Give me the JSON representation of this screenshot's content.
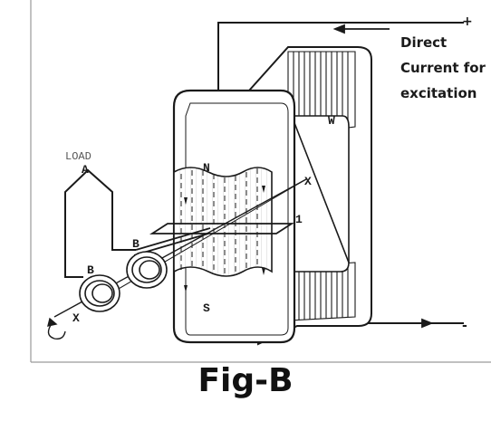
{
  "labels": {
    "direct_line1": "Direct",
    "direct_line2": "Current for",
    "direct_line3": "excitation",
    "plus": "+",
    "minus": "-",
    "load": "LOAD",
    "load_a": "A",
    "brush_b_upper": "B",
    "brush_b_lower": "B",
    "pole_n": "N",
    "pole_s": "S",
    "axis_x_upper": "X",
    "axis_x_lower": "X",
    "coil_1": "1",
    "winding_w": "W"
  },
  "caption": "Fig-B",
  "colors": {
    "stroke": "#1a1a1a",
    "hatch": "#d8d8d8",
    "border": "#9a9a9a"
  }
}
